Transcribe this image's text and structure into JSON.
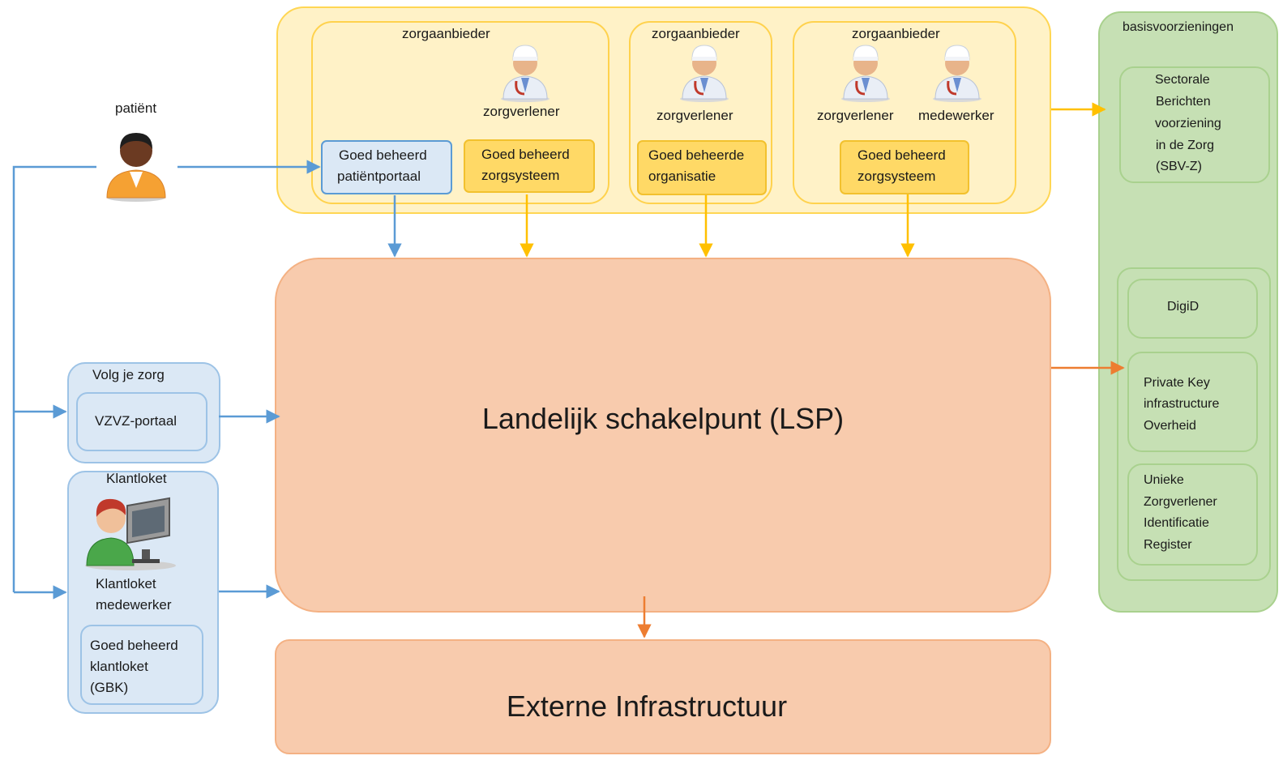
{
  "patient": {
    "label": "patiënt"
  },
  "care_providers": [
    {
      "title": "zorgaanbieder",
      "roles": [
        "zorgverlener"
      ],
      "systems": [
        {
          "lines": [
            "Goed beheerd",
            "patiëntportaal"
          ]
        },
        {
          "lines": [
            "Goed beheerd",
            "zorgsysteem"
          ]
        }
      ]
    },
    {
      "title": "zorgaanbieder",
      "roles": [
        "zorgverlener"
      ],
      "systems": [
        {
          "lines": [
            "Goed beheerde",
            "organisatie"
          ]
        }
      ]
    },
    {
      "title": "zorgaanbieder",
      "roles": [
        "zorgverlener",
        "medewerker"
      ],
      "systems": [
        {
          "lines": [
            "Goed beheerd",
            "zorgsysteem"
          ]
        }
      ]
    }
  ],
  "lsp": {
    "label": "Landelijk schakelpunt (LSP)"
  },
  "external": {
    "label": "Externe Infrastructuur"
  },
  "volg_je_zorg": {
    "title": "Volg je zorg",
    "portal": "VZVZ-portaal"
  },
  "klantloket": {
    "title": "Klantloket",
    "employee": [
      "Klantloket",
      "medewerker"
    ],
    "system": [
      "Goed beheerd",
      "klantloket",
      "(GBK)"
    ]
  },
  "basisvoorzieningen": {
    "title": "basisvoorzieningen",
    "sbvz": [
      "Sectorale",
      "Berichten",
      "voorziening",
      "in de Zorg",
      "(SBV-Z)"
    ],
    "digid": "DigiD",
    "pki": [
      "Private Key",
      "infrastructure",
      "Overheid"
    ],
    "uzi": [
      "Unieke",
      "Zorgverlener",
      "Identificatie",
      "Register"
    ]
  },
  "colors": {
    "blue_arrow": "#5b9bd5",
    "yellow_arrow": "#ffc000",
    "orange_arrow": "#ed7d31"
  }
}
